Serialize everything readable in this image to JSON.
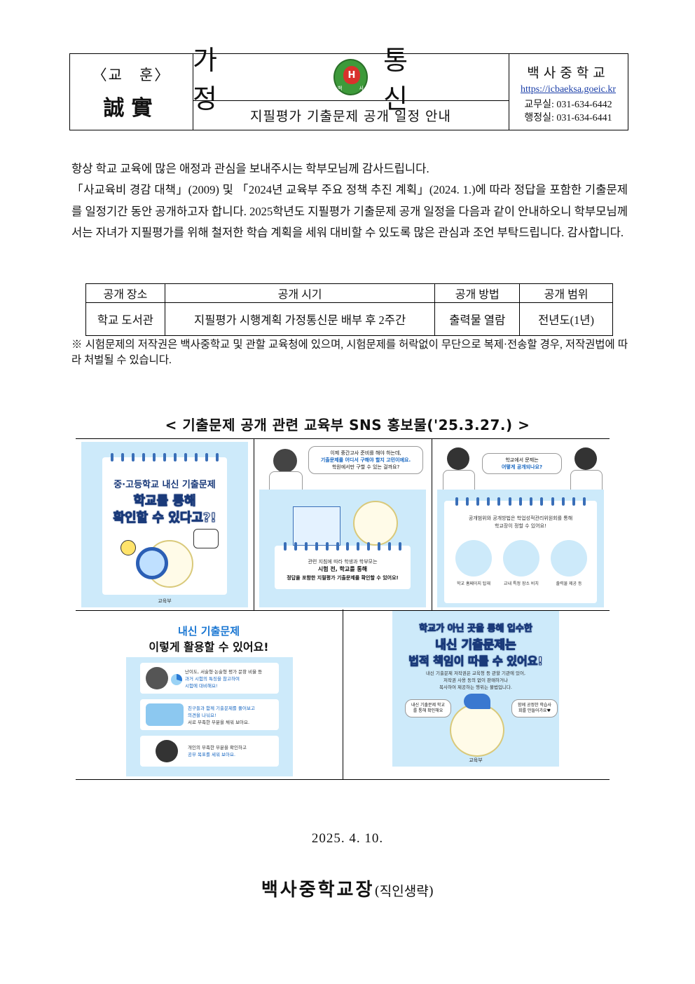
{
  "header": {
    "motto_label": "〈교　훈〉",
    "motto": "誠實",
    "title_left": "가 정",
    "title_right": "통 신",
    "logo_letter": "H",
    "logo_left": "백",
    "logo_right": "사",
    "subtitle": "지필평가 기출문제 공개 일정 안내",
    "school_name": "백사중학교",
    "url": "https://icbaeksa.goeic.kr",
    "phone1": "교무실: 031-634-6442",
    "phone2": "행정실: 031-634-6441"
  },
  "body": {
    "p1": "항상 학교 교육에 많은 애정과 관심을 보내주시는 학부모님께 감사드립니다.",
    "p2": "「사교육비 경감 대책」(2009) 및 「2024년 교육부 주요 정책 추진 계획」(2024. 1.)에 따라 정답을 포함한 기출문제를 일정기간 동안 공개하고자 합니다. 2025학년도 지필평가 기출문제 공개 일정을 다음과 같이 안내하오니 학부모님께서는 자녀가 지필평가를 위해 철저한 학습 계획을 세워 대비할 수 있도록 많은 관심과 조언 부탁드립니다. 감사합니다."
  },
  "table": {
    "headers": [
      "공개 장소",
      "공개 시기",
      "공개 방법",
      "공개 범위"
    ],
    "row": [
      "학교 도서관",
      "지필평가 시행계획 가정통신문 배부 후 2주간",
      "출력물 열람",
      "전년도(1년)"
    ]
  },
  "note": "※ 시험문제의 저작권은 백사중학교 및 관할 교육청에 있으며, 시험문제를 허락없이 무단으로 복제·전송할 경우, 저작권법에 따라 처벌될 수 있습니다.",
  "sns": {
    "title": "< 기출문제 공개 관련 교육부 SNS 홍보물('25.3.27.) >",
    "p1_line1": "중·고등학교 내신 기출문제",
    "p1_line2": "학교를 통해",
    "p1_line3": "확인할 수 있다고?!",
    "p1_brand": "교육부",
    "p2_bubble1": "이제 중간고사 준비를 해야 하는데,",
    "p2_bubble2": "기출문제를 어디서 구해야 할지 고민이에요.",
    "p2_bubble3": "학원에서만 구할 수 있는 걸까요?",
    "p2_card1": "관련 지침에 따라 학생과 학부모는",
    "p2_card2": "시험 전, 학교를 통해",
    "p2_card3": "정답을 포함한 지필평가 기출문제를 확인할 수 있어요!",
    "p3_bubble1": "학교에서 문제는",
    "p3_bubble2": "어떻게 공개되나요?",
    "p3_card1": "공개범위와 공개방법은 학업성적관리위원회를 통해",
    "p3_card2": "학교장이 정할 수 있어요!",
    "p3_icon1": "학교 홈페이지 탑재",
    "p3_icon2": "교내 특정 장소 비치",
    "p3_icon3": "출력물 제공 등",
    "p4_title1": "내신 기출문제",
    "p4_title2": "이렇게 활용할 수 있어요!",
    "p4_item1a": "난이도, 서술형·논술형 평가 문항 비율 등",
    "p4_item1b": "과거 시험의 특징을 참고하여",
    "p4_item1c": "시험에 대비해요!",
    "p4_item2a": "친구들과 함께 기출문제를 풀어보고",
    "p4_item2b": "의견을 나눠요!",
    "p4_item2c": "서로 부족한 부분을 채워 보아요.",
    "p4_item3a": "개인의 부족한 부분을 확인하고",
    "p4_item3b": "공부 목표를 세워 보아요.",
    "p5_title1": "학교가 아닌 곳을 통해 입수한",
    "p5_title2": "내신 기출문제는",
    "p5_title3": "법적 책임이 따를 수 있어요!",
    "p5_text1": "내신 기출문제 저작권은 교육청 등 관할 기관에 있어,",
    "p5_text2": "저작권 사용 동의 없이 판매하거나",
    "p5_text3": "복사하여 제공하는 행위는 불법입니다.",
    "p5_chip1": "내신 기출문제 학교를 통해 확인해요",
    "p5_chip2": "함께 공정한 학습사회를 만들어가요♥",
    "p5_brand": "교육부"
  },
  "footer": {
    "date": "2025. 4. 10.",
    "principal": "백사중학교장",
    "seal": "(직인생략)"
  }
}
